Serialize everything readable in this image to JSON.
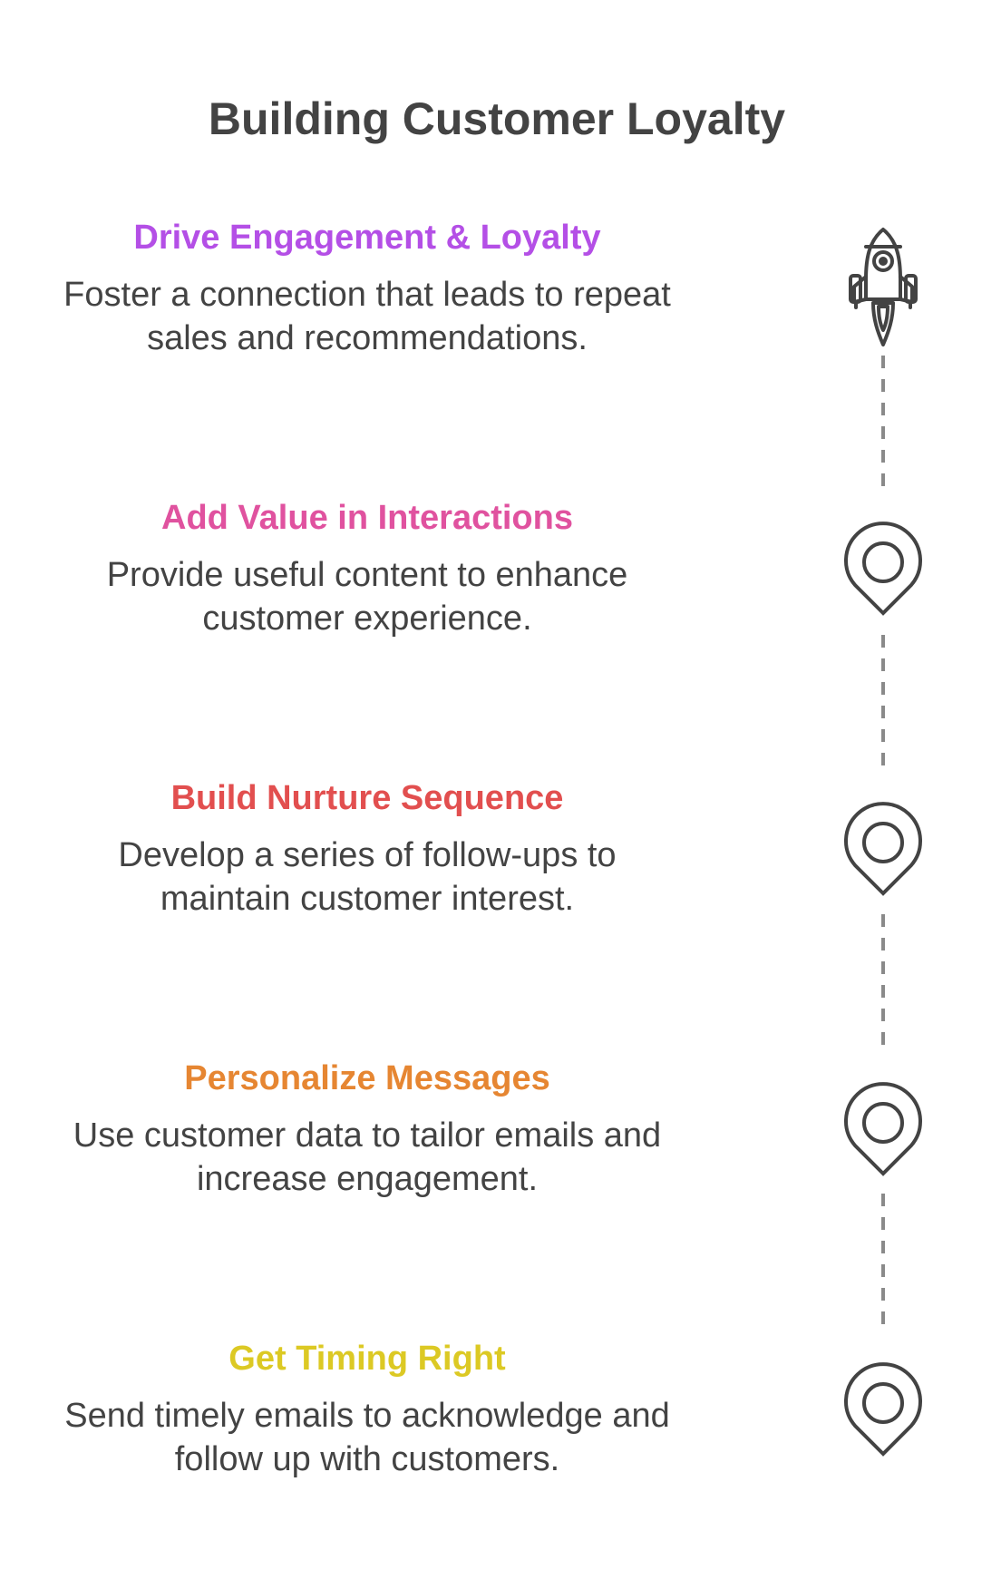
{
  "title": "Building Customer Loyalty",
  "steps": [
    {
      "title": "Drive Engagement & Loyalty",
      "description_lines": [
        "Foster a connection that leads to repeat",
        "sales and recommendations."
      ],
      "color": "#b44fe6",
      "icon": "rocket-icon"
    },
    {
      "title": "Add Value in Interactions",
      "description_lines": [
        "Provide useful content to enhance",
        "customer experience."
      ],
      "color": "#e0529f",
      "icon": "location-pin-icon"
    },
    {
      "title": "Build Nurture Sequence",
      "description_lines": [
        "Develop a series of follow-ups to",
        "maintain customer interest."
      ],
      "color": "#e24f4f",
      "icon": "location-pin-icon"
    },
    {
      "title": "Personalize Messages",
      "description_lines": [
        "Use customer data to tailor emails and",
        "increase engagement."
      ],
      "color": "#e68632",
      "icon": "location-pin-icon"
    },
    {
      "title": "Get Timing Right",
      "description_lines": [
        "Send timely emails to acknowledge and",
        "follow up with customers."
      ],
      "color": "#dcc924",
      "icon": "location-pin-icon"
    }
  ],
  "colors": {
    "text": "#434343",
    "icon_stroke": "#434343",
    "connector": "#8a8a8a"
  }
}
